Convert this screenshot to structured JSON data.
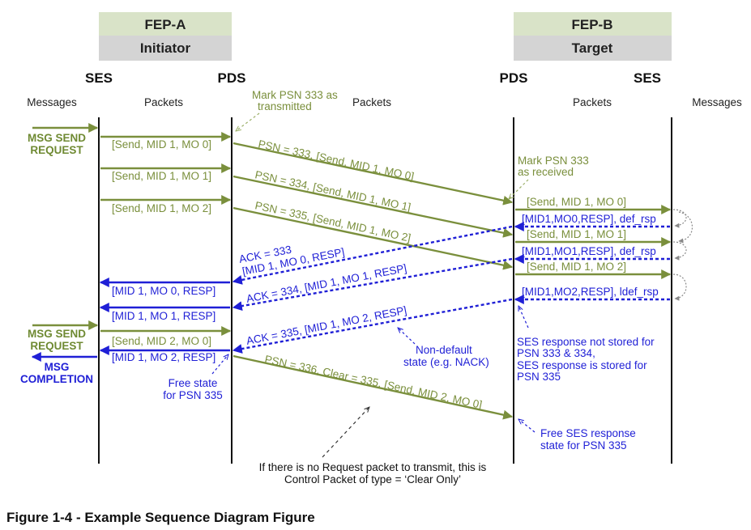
{
  "header": {
    "fep_a": {
      "name": "FEP-A",
      "role": "Initiator"
    },
    "fep_b": {
      "name": "FEP-B",
      "role": "Target"
    }
  },
  "columns": {
    "ses_a": "SES",
    "pds_a": "PDS",
    "pds_b": "PDS",
    "ses_b": "SES",
    "messages_a": "Messages",
    "packets_a": "Packets",
    "packets_mid": "Packets",
    "packets_b": "Packets",
    "messages_b": "Messages"
  },
  "labels": {
    "msg_send_1": [
      "MSG SEND",
      "REQUEST"
    ],
    "msg_send_2": [
      "MSG SEND",
      "REQUEST"
    ],
    "msg_completion": [
      "MSG",
      "COMPLETION"
    ],
    "a_send_1": "[Send, MID 1, MO 0]",
    "a_send_2": "[Send, MID 1, MO 1]",
    "a_send_3": "[Send, MID 1, MO 2]",
    "a_send_4": "[Send, MID 2, MO 0]",
    "a_resp_1": "[MID 1, MO 0, RESP]",
    "a_resp_2": "[MID 1, MO 1, RESP]",
    "a_resp_3": "[MID 1, MO 2, RESP]",
    "psn_333": "PSN = 333, [Send, MID 1, MO 0]",
    "psn_334": "PSN = 334, [Send, MID 1, MO 1]",
    "psn_335": "PSN = 335, [Send, MID 1, MO 2]",
    "psn_336": "PSN = 336, Clear = 335, [Send, MID 2, MO 0]",
    "ack_333": [
      "ACK = 333",
      "[MID 1, MO 0, RESP]"
    ],
    "ack_334": "ACK = 334, [MID 1, MO 1, RESP]",
    "ack_335": "ACK = 335, [MID 1, MO 2, RESP]",
    "b_send_1": "[Send, MID 1, MO 0]",
    "b_send_2": "[Send, MID 1, MO 1]",
    "b_send_3": "[Send, MID 1, MO 2]",
    "b_resp_1": "[MID1,MO0,RESP], def_rsp",
    "b_resp_2": "[MID1,MO1,RESP], def_rsp",
    "b_resp_3": "[MID1,MO2,RESP], ldef_rsp",
    "mark_tx": [
      "Mark PSN 333 as",
      "transmitted"
    ],
    "mark_rx": [
      "Mark PSN 333",
      "as received"
    ],
    "non_default": [
      "Non-default",
      "state (e.g. NACK)"
    ],
    "ses_note": [
      "SES response not stored for",
      "PSN 333 & 334,",
      "SES response is stored for",
      "PSN 335"
    ],
    "free_a": [
      "Free state",
      "for PSN 335"
    ],
    "free_b": [
      "Free SES response",
      "state for PSN 335"
    ],
    "clear_note": [
      "If there is no Request packet to transmit, this is",
      "Control Packet of type = ‘Clear Only’"
    ]
  },
  "caption": "Figure 1-4 - Example Sequence Diagram Figure",
  "colors": {
    "request": "#7a8f3c",
    "response": "#1f1fd6",
    "header_fep": "#d9e3c8",
    "header_role": "#d4d4d4"
  }
}
